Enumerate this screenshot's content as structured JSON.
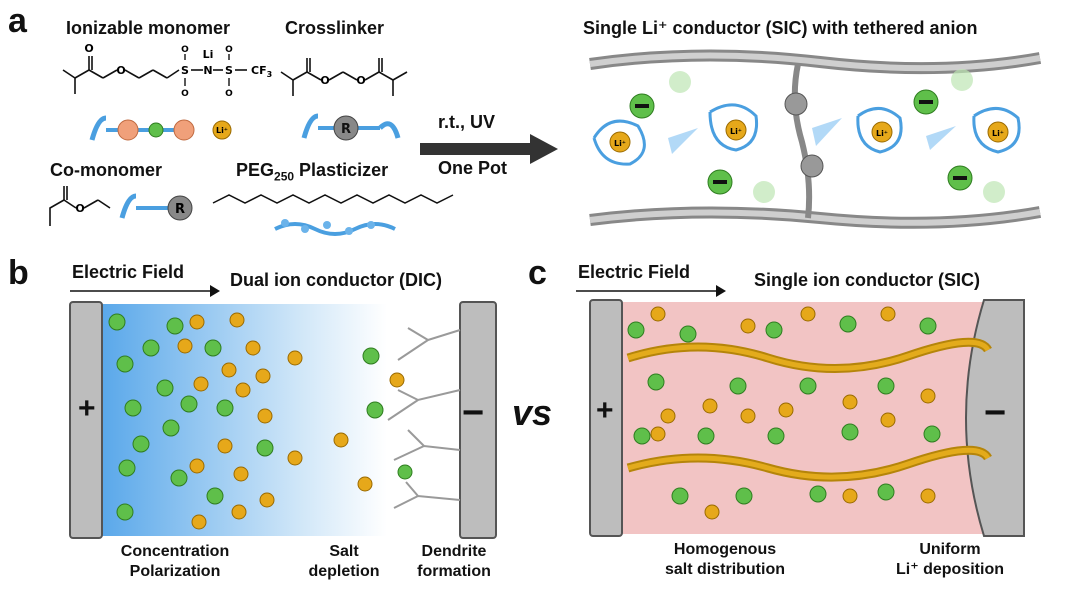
{
  "panel_a": {
    "letter": "a",
    "ionizable_monomer": "Ionizable monomer",
    "crosslinker": "Crosslinker",
    "comonomer": "Co-monomer",
    "peg_main": "PEG",
    "peg_sub": "250",
    "peg_tail": " Plasticizer",
    "arrow_top": "r.t., UV",
    "arrow_bottom": "One Pot",
    "sic_title": "Single Li⁺ conductor (SIC) with tethered anion",
    "chem_li": "Li",
    "chem_s1": "S",
    "chem_n": "N",
    "chem_s2": "S",
    "chem_cf3": "CF",
    "chem_cf3_sub": "3",
    "chem_o1": "O",
    "chem_o2": "O",
    "chem_o3": "O",
    "chem_o4": "O",
    "r_label": "R",
    "li_label": "Li⁺"
  },
  "panel_b": {
    "letter": "b",
    "electric_field": "Electric Field",
    "title": "Dual ion conductor (DIC)",
    "plus": "+",
    "minus": "−",
    "cap1_line1": "Concentration",
    "cap1_line2": "Polarization",
    "cap2_line1": "Salt",
    "cap2_line2": "depletion",
    "cap3_line1": "Dendrite",
    "cap3_line2": "formation"
  },
  "vs": "vs",
  "panel_c": {
    "letter": "c",
    "electric_field": "Electric Field",
    "title": "Single ion conductor (SIC)",
    "plus": "+",
    "minus": "−",
    "cap1_line1": "Homogenous",
    "cap1_line2": "salt distribution",
    "cap2_line1": "Uniform",
    "cap2_line2": "Li⁺ deposition"
  },
  "colors": {
    "anion_green": "#5fbf4a",
    "cation_gold": "#e6a81a",
    "polymer_blue": "#4a9fe0",
    "chain_gold": "#e3ab1c",
    "sic_bg": "#f2c4c4",
    "dic_blue": "#5aa8ea",
    "electrode_gray": "#bdbdbd",
    "arrow_dark": "#333333"
  }
}
